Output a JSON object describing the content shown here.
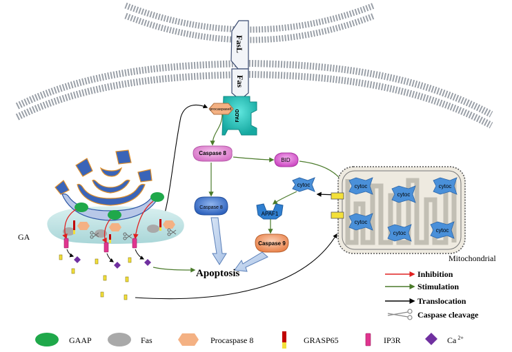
{
  "labels": {
    "fasl": "FasL",
    "fas": "Fas",
    "fadd": "FADD",
    "procaspase_small": "procaspase8",
    "caspase8_top": "Caspase 8",
    "caspase8_bottom": "Caspase 8",
    "bid": "BID",
    "cytoc_free": "cytoc",
    "apaf1": "APAF1",
    "caspase9": "Caspase 9",
    "apoptosis": "Apoptosis",
    "ga": "GA",
    "mitochondrial": "Mitochondrial",
    "mito_cytoc": [
      "cytoc",
      "cytoc",
      "cytoc",
      "cytoc",
      "cytoc",
      "cytoc"
    ]
  },
  "arrow_legend": [
    {
      "label": "Inhibition",
      "color": "#e02020"
    },
    {
      "label": "Stimulation",
      "color": "#4a7a2a"
    },
    {
      "label": "Translocation",
      "color": "#000000"
    },
    {
      "label": "Caspase cleavage",
      "icon": "scissors-icon"
    }
  ],
  "shape_legend": [
    {
      "label": "GAAP",
      "color": "#1fa84a",
      "icon": "green-ellipse"
    },
    {
      "label": "Fas",
      "color": "#a9a9a9",
      "icon": "grey-ellipse"
    },
    {
      "label": "Procaspase 8",
      "color": "#f4b183",
      "icon": "orange-hexagon"
    },
    {
      "label": "GRASP65",
      "color": "#c00000",
      "icon": "red-yellow-bar"
    },
    {
      "label": "IP3R",
      "color": "#e0358f",
      "icon": "pink-bar"
    },
    {
      "label": "Ca",
      "sup": "2+",
      "color": "#7030a0",
      "icon": "purple-diamond"
    }
  ],
  "colors": {
    "fadd": "#1ec9c0",
    "caspase8": "#e88fd8",
    "caspase8_active": "#4f7fd0",
    "bid": "#e060d8",
    "apaf1": "#2f7fd0",
    "caspase9": "#f29a6a",
    "cytoc": "#4a90d9",
    "golgi": "#3a64b8",
    "golgi_plate": "#bfe4e4",
    "mito_fill": "#eeeae0",
    "membrane": "#9aa0a8"
  }
}
